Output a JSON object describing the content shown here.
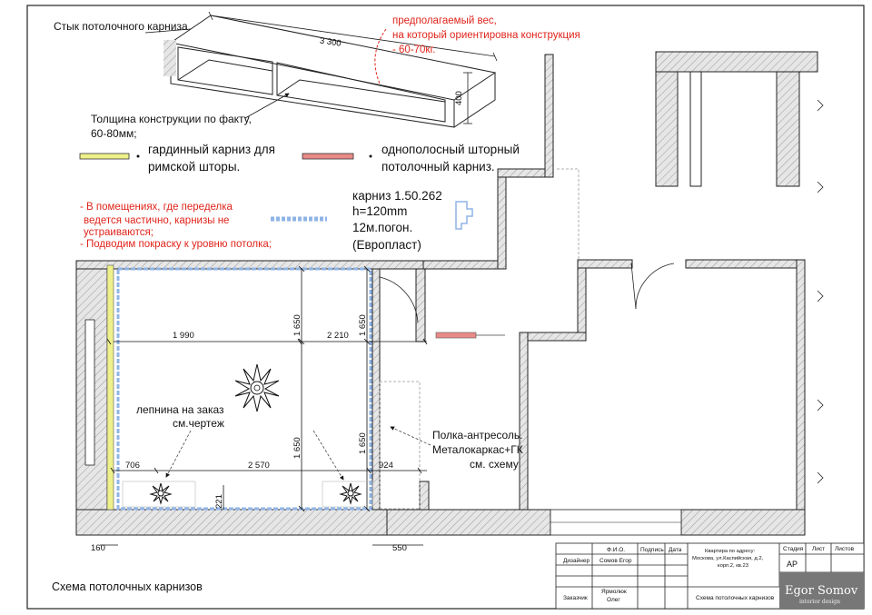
{
  "sheet": {
    "title": "Схема потолочных карнизов",
    "brand_name": "Egor Somov",
    "brand_sub": "interior design"
  },
  "notes": {
    "joint_label": "Стык потолочного карниза",
    "weight_line1": "предполагаемый вес,",
    "weight_line2": "на который ориентировна конструкция",
    "weight_line3": "- 60-70кг.",
    "thickness_line1": "Толщина конструкции по факту,",
    "thickness_line2": "60-80мм;",
    "box_length": "3 300",
    "box_height": "400",
    "red_note_line1": "- В помещениях, где переделка",
    "red_note_line2": "ведется частично, карнизы не",
    "red_note_line3": "устраиваются;",
    "red_note_line4": "- Подводим покраску к уровню потолка;",
    "molding_label": "лепнина на заказ",
    "molding_ref": "см.чертеж",
    "shelf_line1": "Полка-антресоль.",
    "shelf_line2": "Металокаркас+ГК",
    "shelf_line3": "см. схему"
  },
  "legend": {
    "roman_line1": "гардинный карниз для",
    "roman_line2": "римской шторы.",
    "single_line1": "однополосный шторный",
    "single_line2": "потолочный карниз.",
    "cornice_line1": "карниз 1.50.262",
    "cornice_line2": "h=120mm",
    "cornice_line3": "12м.погон.",
    "cornice_line4": "(Европласт)",
    "colors": {
      "roman": "#eef08a",
      "single": "#e88a86",
      "cornice": "#8fb4e6"
    }
  },
  "dimensions": {
    "d1990": "1 990",
    "d2210": "2 210",
    "d1650a": "1 650",
    "d1650b": "1 650",
    "d1650c": "1 650",
    "d1650d": "1 650",
    "d706": "706",
    "d2570": "2 570",
    "d924": "924",
    "d221": "221",
    "d160": "160",
    "d550": "550"
  },
  "title_block": {
    "h_fio": "Ф.И.О.",
    "h_sign": "Подпись",
    "h_date": "Дата",
    "r1_role": "Дизайнер",
    "r1_name": "Сомов Егор",
    "r2_role": "Заказчик",
    "r2_name1": "Ярмолюк",
    "r2_name2": "Олег",
    "addr1": "Квартира по адресу:",
    "addr2": "Москова, ул.Каспийская, д.2,",
    "addr3": "корп.2, кв.23",
    "sheet_name": "Схема потолочных карнизов",
    "h_stage": "Стадия",
    "h_sheet": "Лист",
    "h_sheets": "Листов",
    "stage": "АР"
  }
}
